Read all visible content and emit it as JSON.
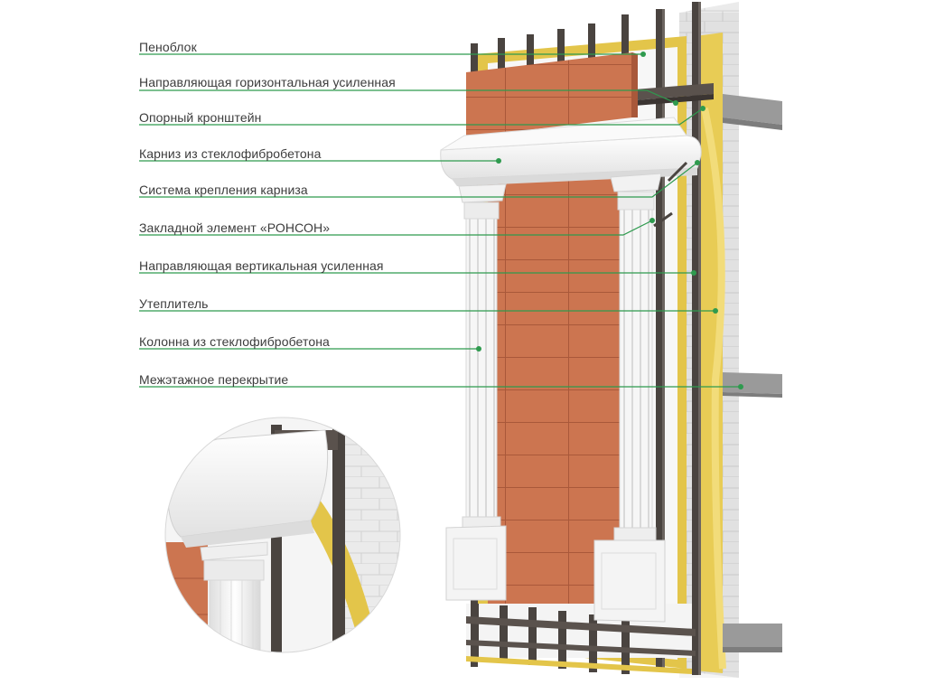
{
  "labels": [
    {
      "id": "penoblok",
      "text": "Пеноблок"
    },
    {
      "id": "guide-horizontal",
      "text": "Направляющая горизонтальная усиленная"
    },
    {
      "id": "bracket",
      "text": "Опорный кронштейн"
    },
    {
      "id": "cornice",
      "text": "Карниз из стеклофибробетона"
    },
    {
      "id": "cornice-mount",
      "text": "Система крепления карниза"
    },
    {
      "id": "embedded-element",
      "text": "Закладной элемент «РОНСОН»"
    },
    {
      "id": "guide-vertical",
      "text": "Направляющая вертикальная усиленная"
    },
    {
      "id": "insulation",
      "text": "Утеплитель"
    },
    {
      "id": "column",
      "text": "Колонна из стеклофибробетона"
    },
    {
      "id": "floor-slab",
      "text": "Межэтажное перекрытие"
    }
  ],
  "colors": {
    "leader": "#2e9a4e",
    "label_text": "#3c3c3c",
    "tile": "#cc7550",
    "tile_grout": "#a9583a",
    "gfrc_white": "#f4f4f4",
    "profile_dark": "#4a4440",
    "insulation": "#e3c54a",
    "block": "#e9e9e9",
    "concrete": "#9a9a9a"
  }
}
